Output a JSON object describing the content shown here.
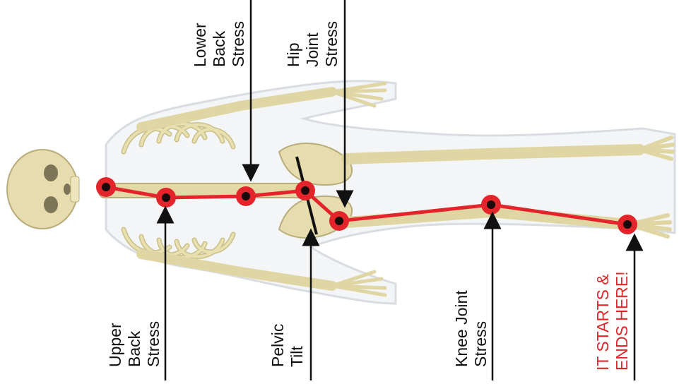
{
  "labels": {
    "lower_back": [
      "Lower",
      "Back",
      "Stress"
    ],
    "hip_joint": [
      "Hip",
      "Joint",
      "Stress"
    ],
    "upper_back": [
      "Upper",
      "Back",
      "Stress"
    ],
    "pelvic_tilt": [
      "Pelvic",
      "Tilt"
    ],
    "knee_joint": [
      "Knee Joint",
      "Stress"
    ],
    "starts_ends": [
      "IT STARTS &",
      "ENDS HERE!"
    ]
  },
  "colors": {
    "marker_red": "#e3242b",
    "marker_core": "#1a0a0a",
    "callout_red": "#e0262a",
    "bone": "#e8e0b0",
    "body_outline": "#d9dde2"
  }
}
